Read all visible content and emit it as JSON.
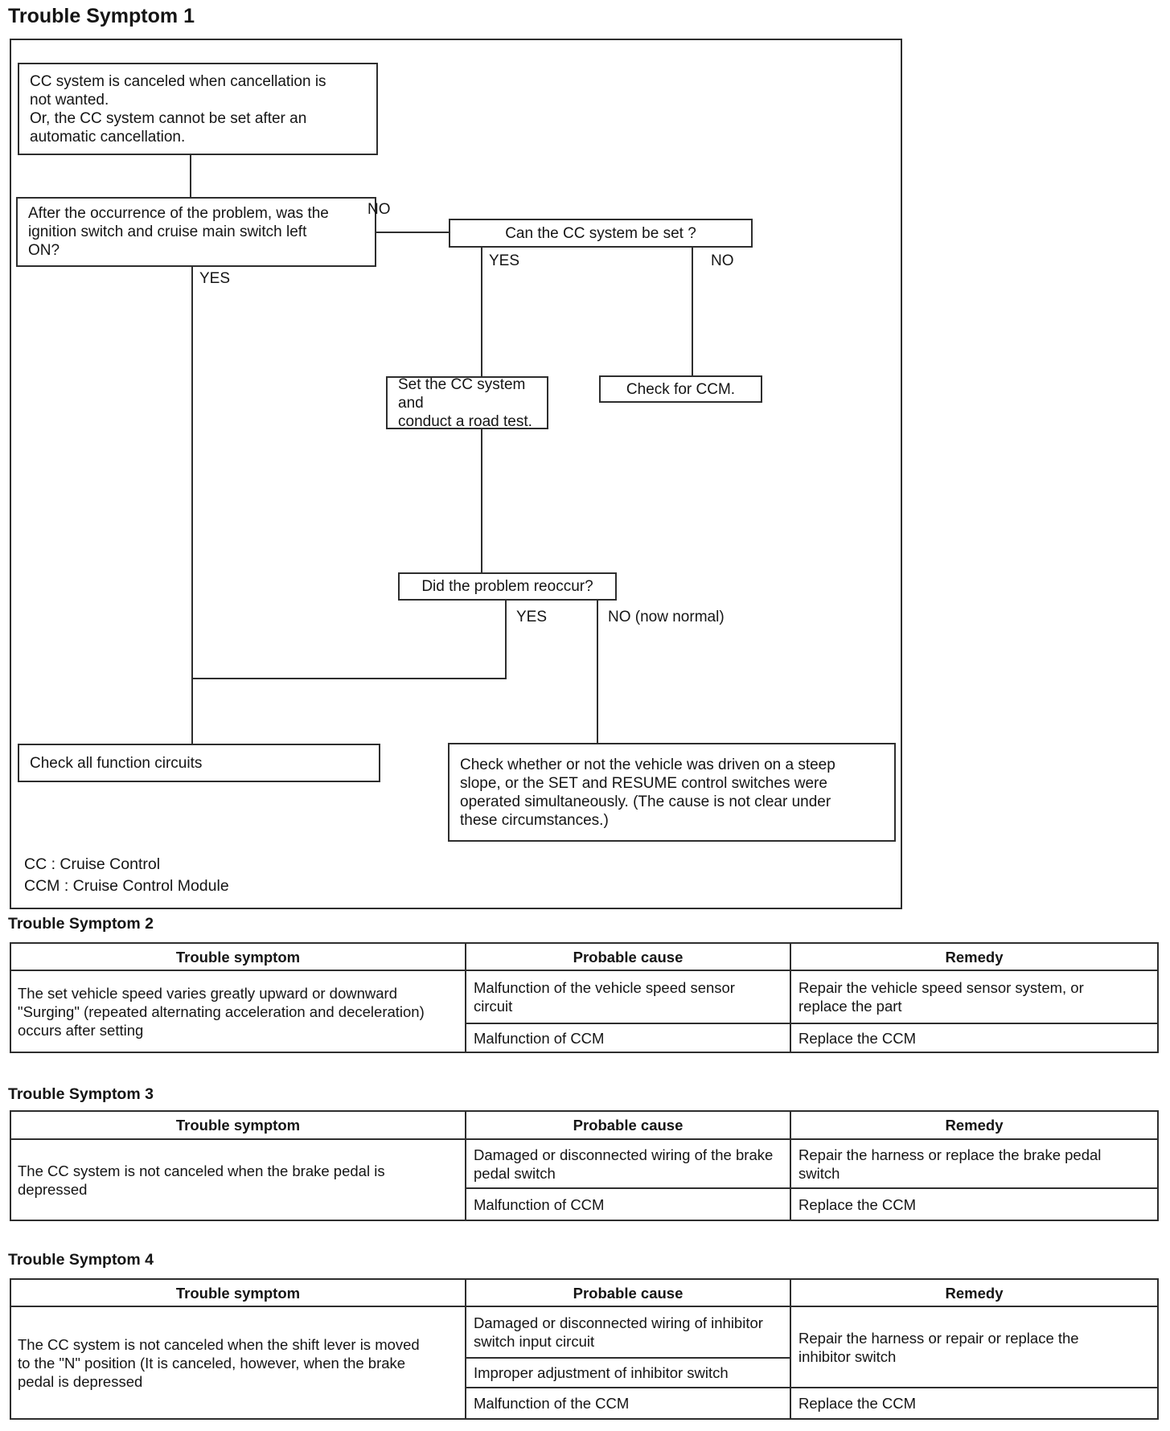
{
  "flowchart": {
    "title": "Trouble Symptom 1",
    "boxes": {
      "start": "CC system is canceled when cancellation is\nnot wanted.\nOr, the CC system cannot be set after an\nautomatic cancellation.",
      "q_ignition": "After the occurrence of the problem, was the\nignition switch and cruise main switch left\nON?",
      "q_can_set": "Can the CC system be set ?",
      "road_test": "Set the CC system and\nconduct a road test.",
      "check_ccm": "Check for CCM.",
      "q_reoccur": "Did the problem reoccur?",
      "check_circuits": "Check all function circuits",
      "check_conditions": "Check whether or not the vehicle was driven on a steep\nslope, or the SET and RESUME control switches were\noperated simultaneously. (The cause is not clear under\nthese circumstances.)"
    },
    "branch_labels": {
      "ignition_no": "NO",
      "ignition_yes": "YES",
      "can_set_yes": "YES",
      "can_set_no": "NO",
      "reoccur_yes": "YES",
      "reoccur_no": "NO (now normal)"
    },
    "legend": {
      "cc": "CC : Cruise Control",
      "ccm": "CCM : Cruise Control Module"
    }
  },
  "tables": [
    {
      "heading": "Trouble Symptom 2",
      "col_symptom": "Trouble symptom",
      "col_cause": "Probable cause",
      "col_remedy": "Remedy",
      "symptom": "The set vehicle speed varies greatly upward or downward\n\"Surging\" (repeated alternating acceleration and deceleration)\noccurs after setting",
      "rows": [
        {
          "cause": "Malfunction of the vehicle speed sensor\ncircuit",
          "remedy": "Repair the vehicle speed sensor system, or\nreplace the part"
        },
        {
          "cause": "Malfunction of CCM",
          "remedy": "Replace the CCM"
        }
      ]
    },
    {
      "heading": "Trouble Symptom 3",
      "col_symptom": "Trouble symptom",
      "col_cause": "Probable cause",
      "col_remedy": "Remedy",
      "symptom": "The CC system is not canceled when the brake pedal is\ndepressed",
      "rows": [
        {
          "cause": "Damaged or disconnected wiring of the brake\npedal switch",
          "remedy": "Repair the harness or replace the brake pedal\nswitch"
        },
        {
          "cause": "Malfunction of CCM",
          "remedy": "Replace the CCM"
        }
      ]
    },
    {
      "heading": "Trouble Symptom 4",
      "col_symptom": "Trouble symptom",
      "col_cause": "Probable cause",
      "col_remedy": "Remedy",
      "symptom": "The CC system is not canceled when the shift lever is moved\nto the \"N\" position (It is canceled, however, when the brake\npedal is depressed",
      "rows": [
        {
          "cause": "Damaged or disconnected wiring of inhibitor\nswitch input circuit",
          "remedy": "Repair the harness or repair or replace the\ninhibitor switch"
        },
        {
          "cause": "Improper adjustment of inhibitor switch"
        },
        {
          "cause": "Malfunction of the CCM",
          "remedy": "Replace the CCM"
        }
      ]
    }
  ]
}
